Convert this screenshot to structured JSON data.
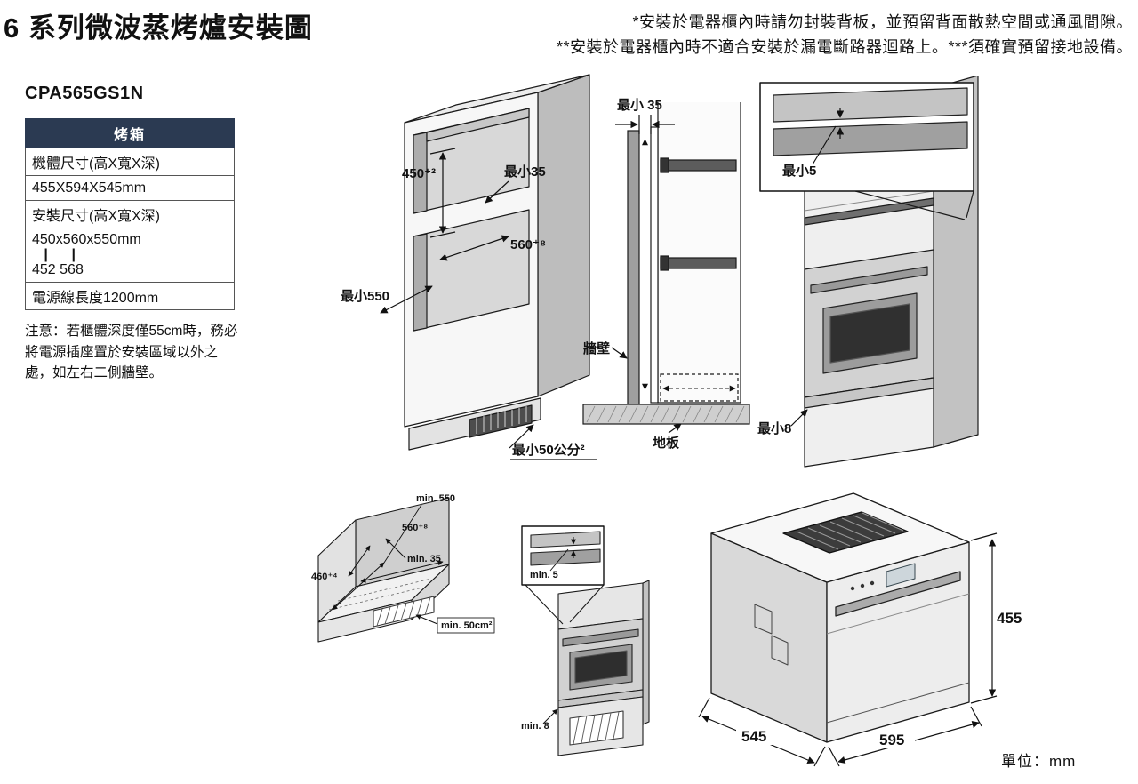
{
  "header": {
    "title": "6 系列微波蒸烤爐安裝圖",
    "note_line1": "*安裝於電器櫃內時請勿封裝背板，並預留背面散熱空間或通風間隙。",
    "note_line2": "**安裝於電器櫃內時不適合安裝於漏電斷路器迴路上。***須確實預留接地設備。"
  },
  "colors": {
    "table_header_bg": "#2b3a52"
  },
  "spec_panel": {
    "model": "CPA565GS1N",
    "table": {
      "header": "烤箱",
      "rows": [
        {
          "text": "機體尺寸(高X寬X深)"
        },
        {
          "text": "455X594X545mm"
        },
        {
          "text": "安裝尺寸(高X寬X深)"
        },
        {
          "lines": [
            "450x560x550mm",
            "   |      |",
            "452  568"
          ]
        },
        {
          "text": "電源線長度1200mm"
        }
      ]
    },
    "note": "注意：若櫃體深度僅55cm時，務必將電源插座置於安裝區域以外之處，如左右二側牆壁。"
  },
  "diagram_tall_cabinet": {
    "dim_height": "450⁺²",
    "dim_top_gap": "最小35",
    "dim_width": "560⁺⁸",
    "dim_depth": "最小550",
    "dim_vent": "最小50公分²"
  },
  "diagram_side_section": {
    "dim_back_gap": "最小 35",
    "wall_label": "牆壁",
    "floor_label": "地板"
  },
  "diagram_installed": {
    "dim_top_gap": "最小5",
    "dim_bottom_gap": "最小8"
  },
  "diagram_niche": {
    "dim_depth": "min. 550",
    "dim_width": "560⁺⁸",
    "dim_back_gap": "min. 35",
    "dim_height": "460⁺⁴",
    "dim_vent": "min. 50cm²"
  },
  "diagram_detail": {
    "dim_top_gap": "min. 5",
    "dim_bottom_gap": "min. 8"
  },
  "diagram_oven": {
    "dim_height": "455",
    "dim_depth": "545",
    "dim_width": "595"
  },
  "footer": {
    "unit": "單位：mm"
  }
}
